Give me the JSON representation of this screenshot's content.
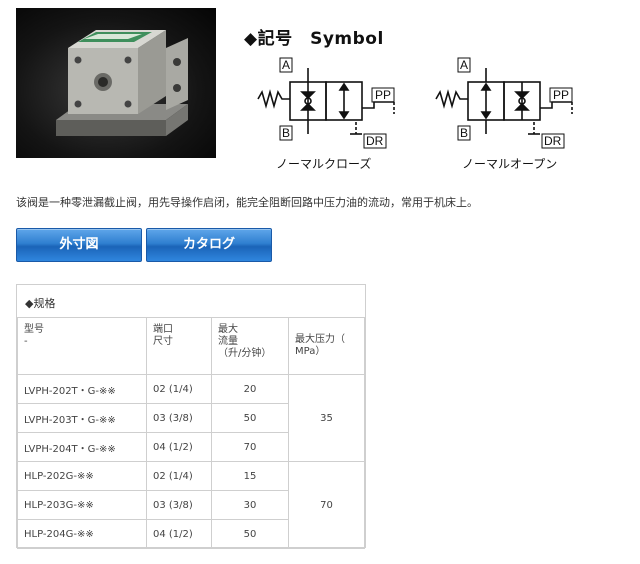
{
  "symbol": {
    "title": "◆記号　Symbol",
    "port_a": "A",
    "port_b": "B",
    "port_pp": "PP",
    "port_dr": "DR",
    "normal_closed": "ノーマルクローズ",
    "normal_open": "ノーマルオープン"
  },
  "description": "该阀是一种零泄漏截止阀，用先导操作启闭，能完全阻断回路中压力油的流动，常用于机床上。",
  "buttons": {
    "dimensions": "外寸図",
    "catalog": "カタログ"
  },
  "specs": {
    "title": "◆规格",
    "headers": {
      "model": "型号",
      "model_sub": "-",
      "port_1": "端口",
      "port_2": "尺寸",
      "flow_1": "最大",
      "flow_2": "流量",
      "flow_3": "（升/分钟）",
      "pressure_1": "最大压力（",
      "pressure_2": "MPa）"
    },
    "rows": [
      {
        "model": "LVPH-202T・G-※※",
        "port": "02 (1/4)",
        "flow": "20"
      },
      {
        "model": "LVPH-203T・G-※※",
        "port": "03 (3/8)",
        "flow": "50"
      },
      {
        "model": "LVPH-204T・G-※※",
        "port": "04 (1/2)",
        "flow": "70"
      },
      {
        "model": "HLP-202G-※※",
        "port": "02 (1/4)",
        "flow": "15"
      },
      {
        "model": "HLP-203G-※※",
        "port": "03 (3/8)",
        "flow": "30"
      },
      {
        "model": "HLP-204G-※※",
        "port": "04 (1/2)",
        "flow": "50"
      }
    ],
    "pressure_groups": [
      "35",
      "70"
    ]
  }
}
